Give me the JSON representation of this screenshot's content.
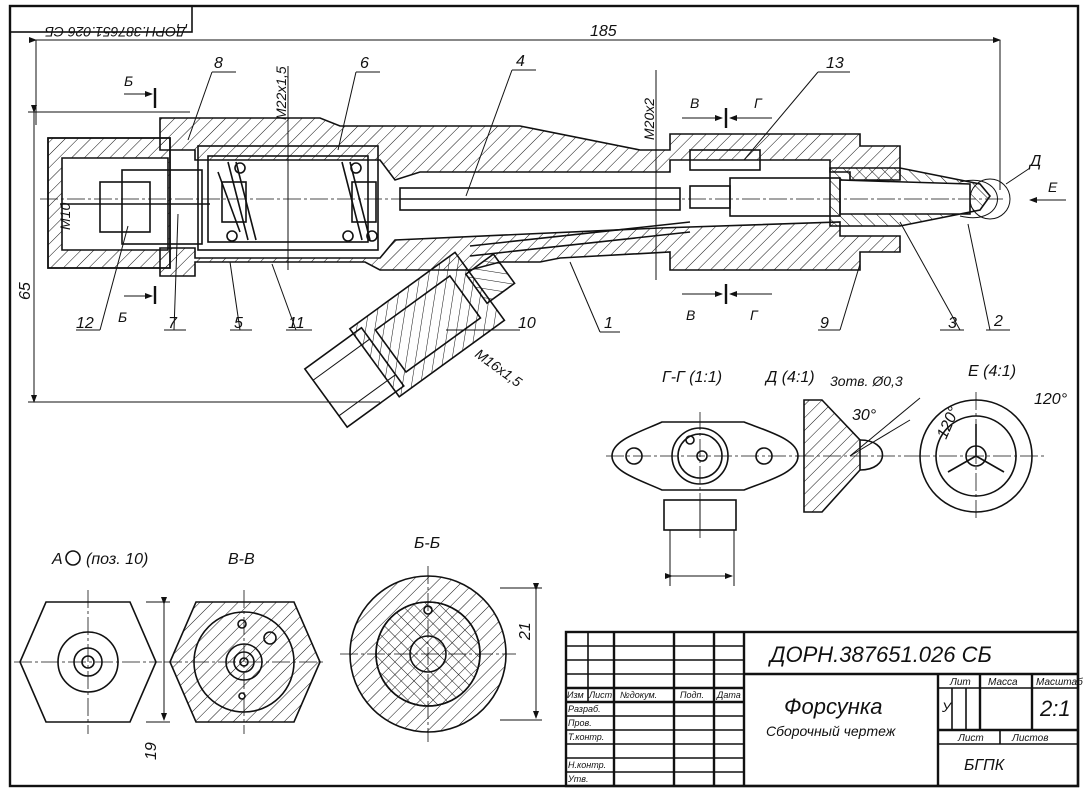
{
  "stamp_corner": "ДОРН.387651.026 СБ",
  "dimensions": {
    "overall_length": "185",
    "height": "65",
    "thread_m10": "M10",
    "thread_m22": "M22x1,5",
    "thread_m20": "M20x2",
    "thread_m16": "M16x1,5",
    "bb_size": "21",
    "hex_size": "19",
    "angle_30": "30°",
    "angle_120a": "120°",
    "angle_120b": "120°"
  },
  "part_numbers": [
    "8",
    "6",
    "4",
    "13",
    "12",
    "7",
    "5",
    "11",
    "10",
    "1",
    "9",
    "3",
    "2"
  ],
  "section_marks": {
    "b_top": "Б",
    "b_bottom": "Б",
    "v_top": "В",
    "g_top": "Г",
    "v_bottom": "В",
    "g_bottom": "Г",
    "d_mark": "Д",
    "e_mark": "Е"
  },
  "view_titles": {
    "gg": "Г-Г (1:1)",
    "d": "Д (4:1)",
    "holes": "3отв. Ø0,3",
    "e": "Е (4:1)",
    "a": "А",
    "a_note": "(поз. 10)",
    "vv": "В-В",
    "bb": "Б-Б"
  },
  "title_block": {
    "designation": "ДОРН.387651.026 СБ",
    "name": "Форсунка",
    "doc_type": "Сборочный чертеж",
    "organization": "БГПК",
    "scale": "2:1",
    "letter": "У",
    "col_lit": "Лит",
    "col_mass": "Масса",
    "col_scale": "Масштаб",
    "col_sheet": "Лист",
    "col_sheets": "Листов",
    "hdr_izm": "Изм",
    "hdr_list": "Лист",
    "hdr_doc": "№докум.",
    "hdr_sign": "Подп.",
    "hdr_date": "Дата",
    "row_dev": "Разраб.",
    "row_check": "Пров.",
    "row_tcontrol": "Т.контр.",
    "row_ncontrol": "Н.контр.",
    "row_approve": "Утв."
  }
}
